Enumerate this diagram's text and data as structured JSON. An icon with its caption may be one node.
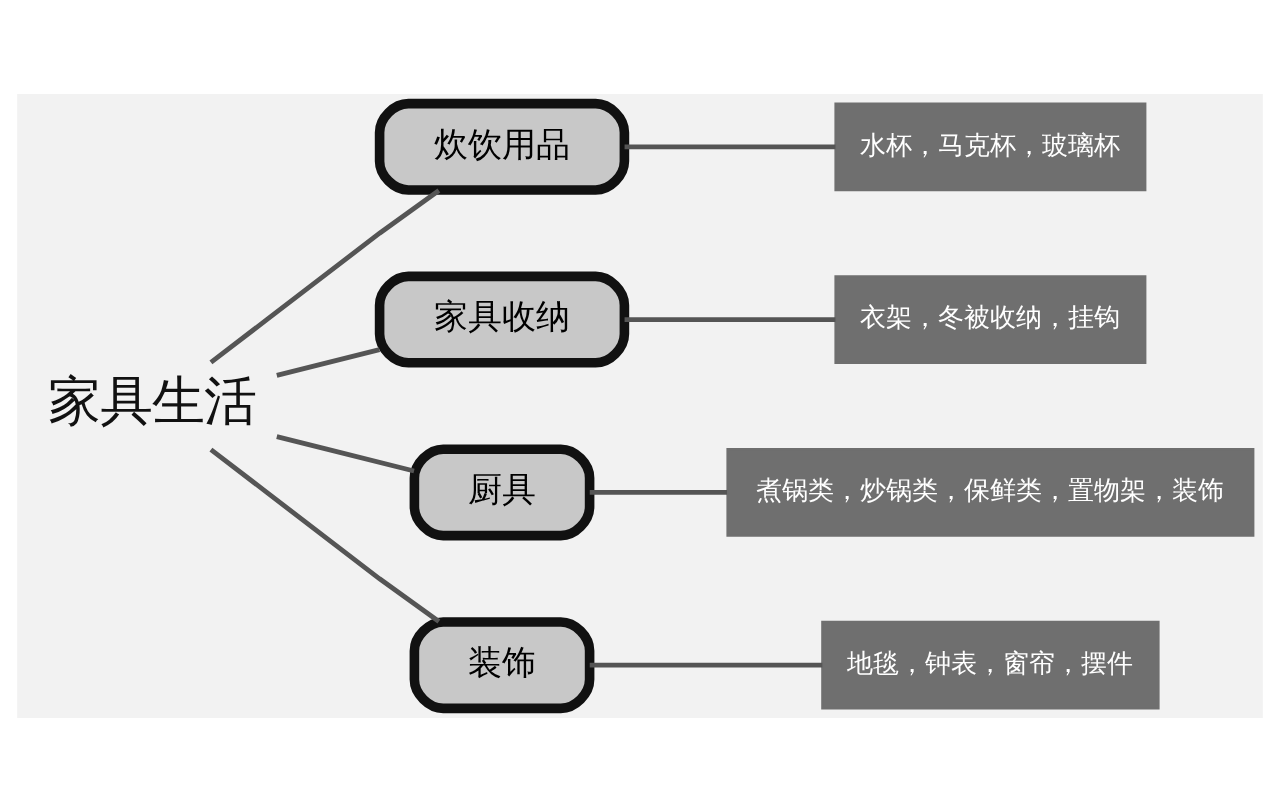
{
  "diagram": {
    "nodes": [
      {
        "text": [
          "家具生活"
        ]
      },
      {
        "text": [
          "炊饮用品"
        ]
      },
      {
        "text": [
          "家具收纳"
        ]
      },
      {
        "text": [
          "厨具"
        ]
      },
      {
        "text": [
          "装饰"
        ]
      },
      {
        "text": [
          "水杯，马克杯，玻璃杯"
        ]
      },
      {
        "text": [
          "衣架，冬被收纳，挂钩"
        ]
      },
      {
        "text": [
          "煮锅类，炒锅类，保鲜类，置物架，装饰"
        ]
      },
      {
        "text": [
          "地毯，钟表，窗帘，摆件"
        ]
      }
    ],
    "edges": [
      {
        "from": 0,
        "to": 1,
        "arrow": "none"
      },
      {
        "from": 0,
        "to": 2,
        "arrow": "none"
      },
      {
        "from": 0,
        "to": 3,
        "arrow": "none"
      },
      {
        "from": 0,
        "to": 4,
        "arrow": "none"
      },
      {
        "from": 1,
        "to": 5,
        "arrow": "none"
      },
      {
        "from": 2,
        "to": 6,
        "arrow": "none"
      },
      {
        "from": 3,
        "to": 7,
        "arrow": "none"
      },
      {
        "from": 4,
        "to": 8,
        "arrow": "none"
      }
    ]
  }
}
